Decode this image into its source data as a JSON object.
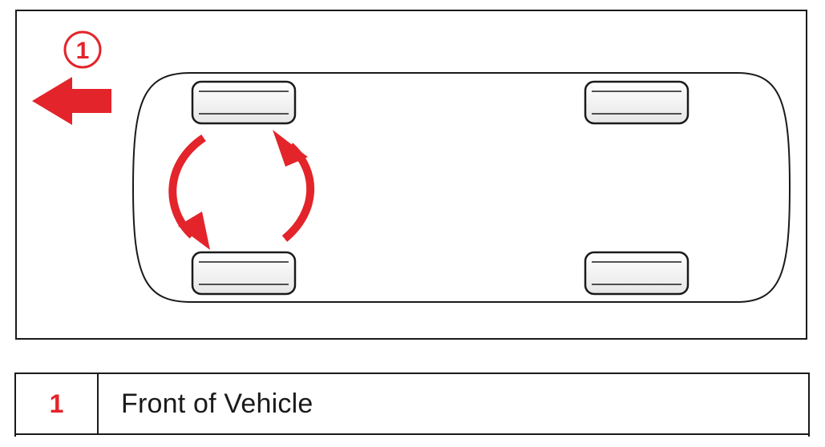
{
  "colors": {
    "accent": "#e3242b",
    "line": "#1a1a1a",
    "background": "#ffffff"
  },
  "diagram": {
    "callout_number": "1",
    "icons": [
      "front-direction-arrow-icon",
      "rotation-arrow-icon"
    ]
  },
  "legend": {
    "rows": [
      {
        "number": "1",
        "label": "Front of Vehicle"
      }
    ]
  }
}
